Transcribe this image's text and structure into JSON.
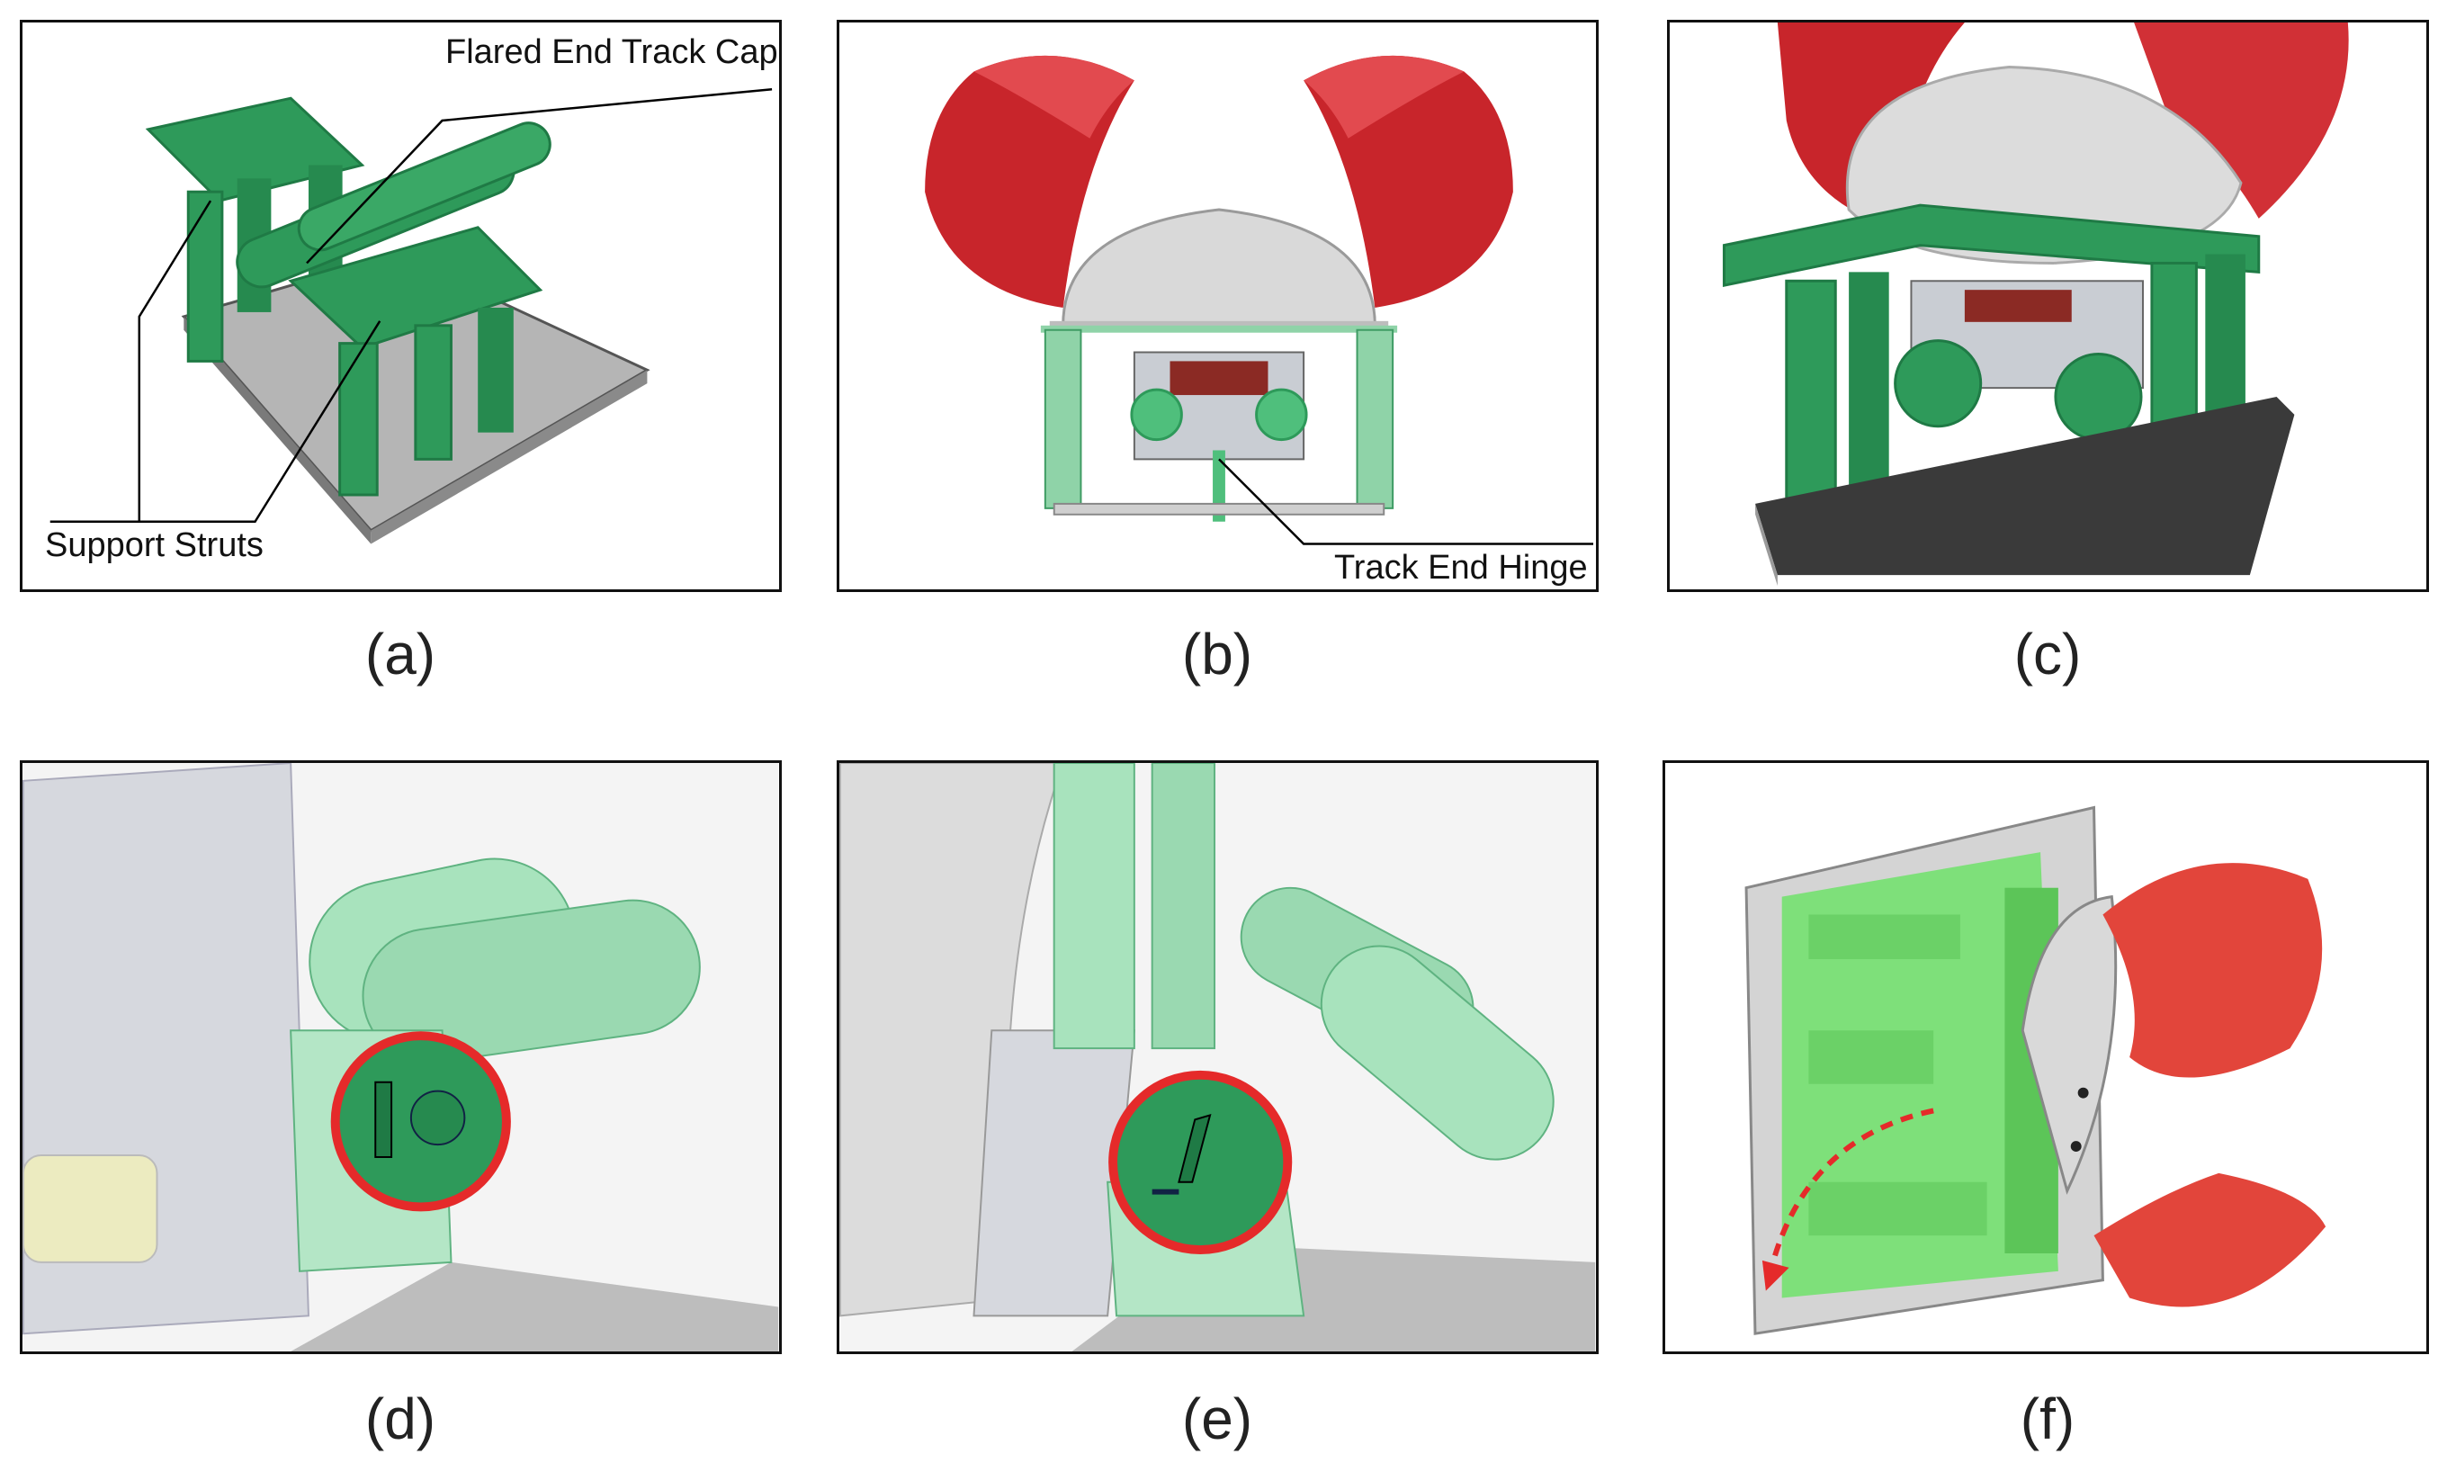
{
  "figure": {
    "panels": [
      {
        "id": "a",
        "label": "(a)",
        "callouts": [
          "Flared End Track Cap",
          "Support Struts"
        ]
      },
      {
        "id": "b",
        "label": "(b)",
        "callouts": [
          "Track End Hinge"
        ]
      },
      {
        "id": "c",
        "label": "(c)",
        "callouts": []
      },
      {
        "id": "d",
        "label": "(d)",
        "callouts": []
      },
      {
        "id": "e",
        "label": "(e)",
        "callouts": []
      },
      {
        "id": "f",
        "label": "(f)",
        "callouts": []
      }
    ]
  },
  "colors": {
    "frame_green": "#2e9a5a",
    "frame_green_dark": "#1f7a45",
    "translucent_green": "#8fd3a8",
    "shell_red": "#d42a30",
    "dome_grey": "#d9d9d9",
    "base_grey": "#9a9a9a",
    "highlight_red": "#e52a2a"
  }
}
